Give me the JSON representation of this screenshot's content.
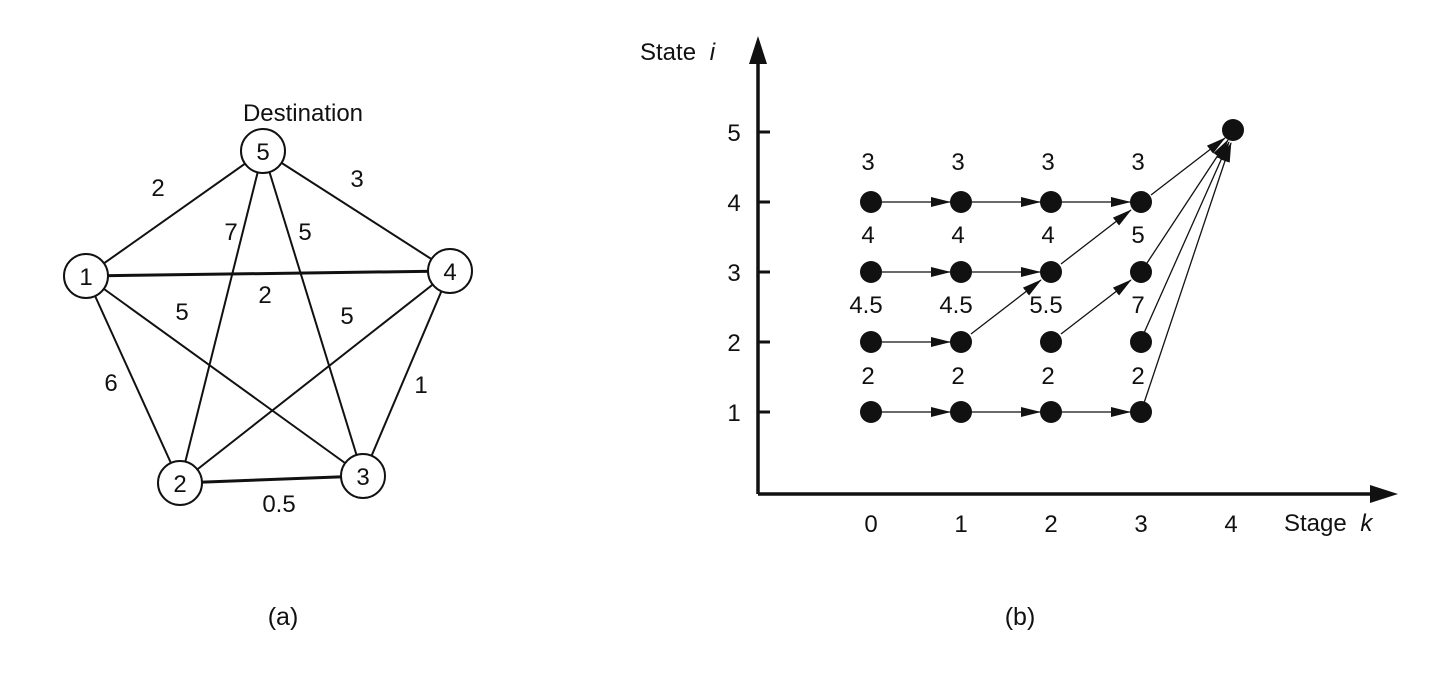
{
  "panel_a": {
    "destination_label": "Destination",
    "caption": "(a)",
    "nodes": [
      "1",
      "2",
      "3",
      "4",
      "5"
    ],
    "edges": [
      {
        "from": "1",
        "to": "5",
        "weight": "2"
      },
      {
        "from": "4",
        "to": "5",
        "weight": "3"
      },
      {
        "from": "2",
        "to": "5",
        "weight": "7"
      },
      {
        "from": "3",
        "to": "5",
        "weight": "5"
      },
      {
        "from": "1",
        "to": "4",
        "weight": "2"
      },
      {
        "from": "1",
        "to": "3",
        "weight": "5"
      },
      {
        "from": "2",
        "to": "4",
        "weight": "5"
      },
      {
        "from": "1",
        "to": "2",
        "weight": "6"
      },
      {
        "from": "3",
        "to": "4",
        "weight": "1"
      },
      {
        "from": "2",
        "to": "3",
        "weight": "0.5"
      }
    ]
  },
  "panel_b": {
    "caption": "(b)",
    "y_axis_label": "State",
    "y_axis_var": "i",
    "x_axis_label": "Stage",
    "x_axis_var": "k",
    "x_ticks": [
      "0",
      "1",
      "2",
      "3",
      "4"
    ],
    "y_ticks": [
      "1",
      "2",
      "3",
      "4",
      "5"
    ],
    "cost_labels": {
      "state4": [
        "3",
        "3",
        "3",
        "3"
      ],
      "state3": [
        "4",
        "4",
        "4",
        "5"
      ],
      "state2": [
        "4.5",
        "4.5",
        "5.5",
        "7"
      ],
      "state1": [
        "2",
        "2",
        "2",
        "2"
      ]
    },
    "transitions": [
      {
        "from": [
          0,
          4
        ],
        "to": [
          1,
          4
        ]
      },
      {
        "from": [
          1,
          4
        ],
        "to": [
          2,
          4
        ]
      },
      {
        "from": [
          2,
          4
        ],
        "to": [
          3,
          4
        ]
      },
      {
        "from": [
          0,
          3
        ],
        "to": [
          1,
          3
        ]
      },
      {
        "from": [
          1,
          3
        ],
        "to": [
          2,
          3
        ]
      },
      {
        "from": [
          2,
          3
        ],
        "to": [
          3,
          4
        ]
      },
      {
        "from": [
          0,
          2
        ],
        "to": [
          1,
          2
        ]
      },
      {
        "from": [
          1,
          2
        ],
        "to": [
          2,
          3
        ]
      },
      {
        "from": [
          2,
          2
        ],
        "to": [
          3,
          3
        ]
      },
      {
        "from": [
          0,
          1
        ],
        "to": [
          1,
          1
        ]
      },
      {
        "from": [
          1,
          1
        ],
        "to": [
          2,
          1
        ]
      },
      {
        "from": [
          2,
          1
        ],
        "to": [
          3,
          1
        ]
      },
      {
        "from": [
          3,
          4
        ],
        "to": [
          4,
          5
        ]
      },
      {
        "from": [
          3,
          3
        ],
        "to": [
          4,
          5
        ]
      },
      {
        "from": [
          3,
          2
        ],
        "to": [
          4,
          5
        ]
      },
      {
        "from": [
          3,
          1
        ],
        "to": [
          4,
          5
        ]
      }
    ]
  }
}
